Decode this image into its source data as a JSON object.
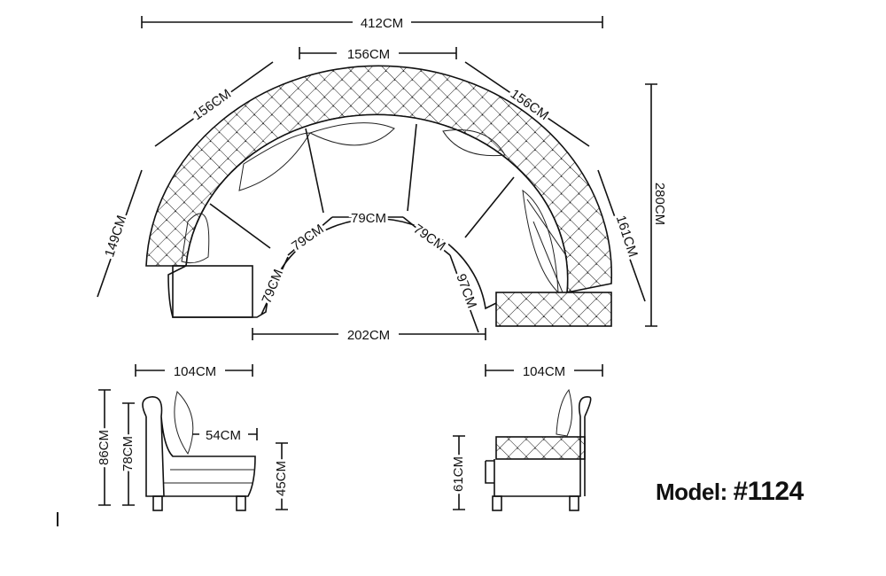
{
  "top_view": {
    "overall_width": "412CM",
    "center_back": "156CM",
    "left_back": "156CM",
    "right_back": "156CM",
    "left_end": "149CM",
    "right_end": "161CM",
    "overall_depth": "280CM",
    "inner_1": "79CM",
    "inner_2": "79CM",
    "inner_3": "79CM",
    "inner_4": "79CM",
    "inner_right": "97CM",
    "inner_width": "202CM"
  },
  "side_view_left": {
    "depth": "104CM",
    "total_height": "86CM",
    "back_height": "78CM",
    "seat_height": "45CM",
    "seat_depth": "54CM"
  },
  "side_view_right": {
    "depth": "104CM",
    "chaise_height": "61CM"
  },
  "model": {
    "label": "Model:",
    "number": "#1124"
  }
}
